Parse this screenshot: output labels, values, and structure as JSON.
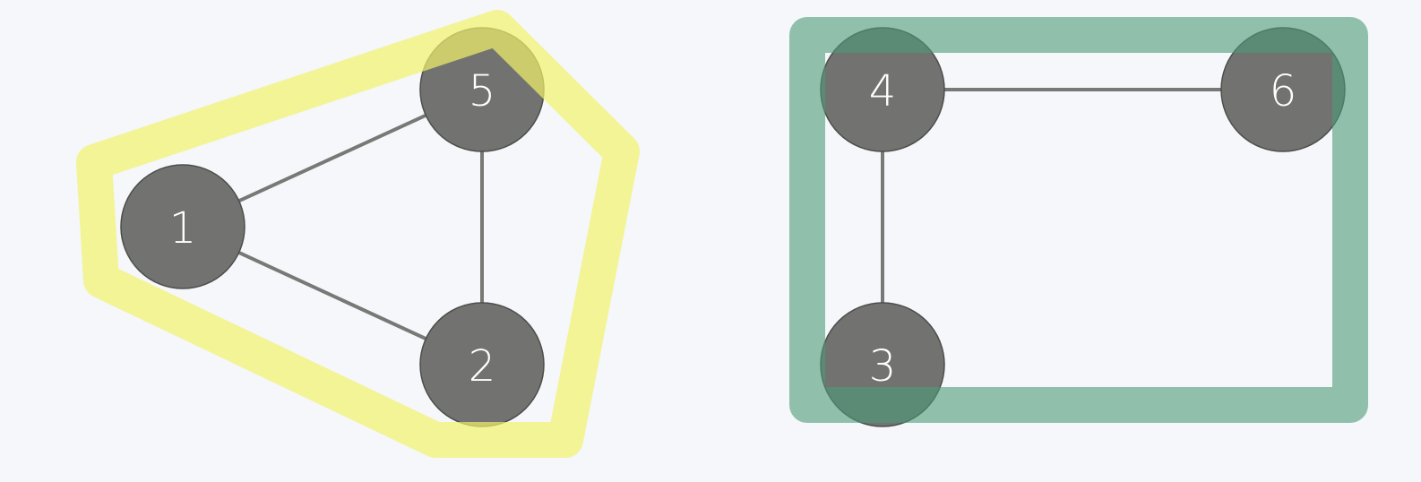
{
  "graph": {
    "colors": {
      "background": "#f5f7fa",
      "node_fill": "#727370",
      "node_stroke": "#4d4e4b",
      "edge": "#787976",
      "label": "#ffffff",
      "group_yellow": "#f2f26b",
      "group_green": "#4c9a78"
    },
    "nodes": [
      {
        "id": "1",
        "label": "1"
      },
      {
        "id": "2",
        "label": "2"
      },
      {
        "id": "3",
        "label": "3"
      },
      {
        "id": "4",
        "label": "4"
      },
      {
        "id": "5",
        "label": "5"
      },
      {
        "id": "6",
        "label": "6"
      }
    ],
    "edges": [
      {
        "from": "1",
        "to": "5"
      },
      {
        "from": "1",
        "to": "2"
      },
      {
        "from": "5",
        "to": "2"
      },
      {
        "from": "4",
        "to": "6"
      },
      {
        "from": "4",
        "to": "3"
      }
    ],
    "groups": [
      {
        "name": "yellow-group",
        "color": "#f2f26b",
        "members": [
          "1",
          "2",
          "5"
        ]
      },
      {
        "name": "green-group",
        "color": "#4c9a78",
        "members": [
          "3",
          "4",
          "6"
        ]
      }
    ]
  }
}
